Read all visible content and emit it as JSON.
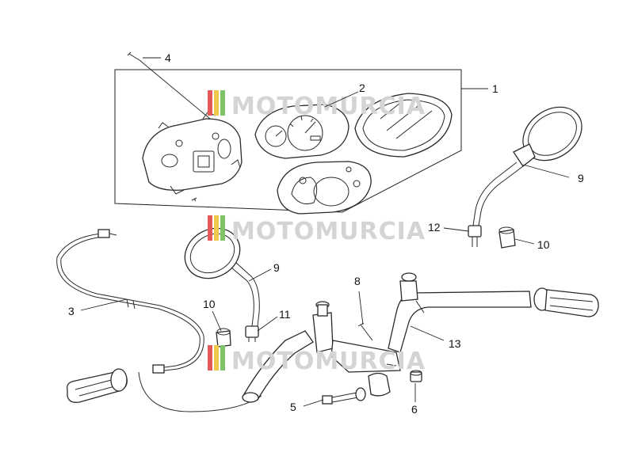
{
  "watermark": {
    "text": "MOTOMURCIA",
    "stripe_colors": [
      "#e45a5a",
      "#f2c84b",
      "#7fc26a"
    ],
    "text_color": "#d4d4d4"
  },
  "callouts": {
    "dashboard_assembly": "1",
    "instrument_dial": "2",
    "speedometer_cable": "3",
    "screw_top": "4",
    "bolt": "5",
    "nut": "6",
    "mirror_right": "9",
    "mirror_left": "9",
    "mirror_nut_right": "12",
    "mirror_nut_left": "11",
    "cap_right": "10",
    "cap_left": "10",
    "handlebar_screw": "8",
    "handlebar": "13"
  }
}
